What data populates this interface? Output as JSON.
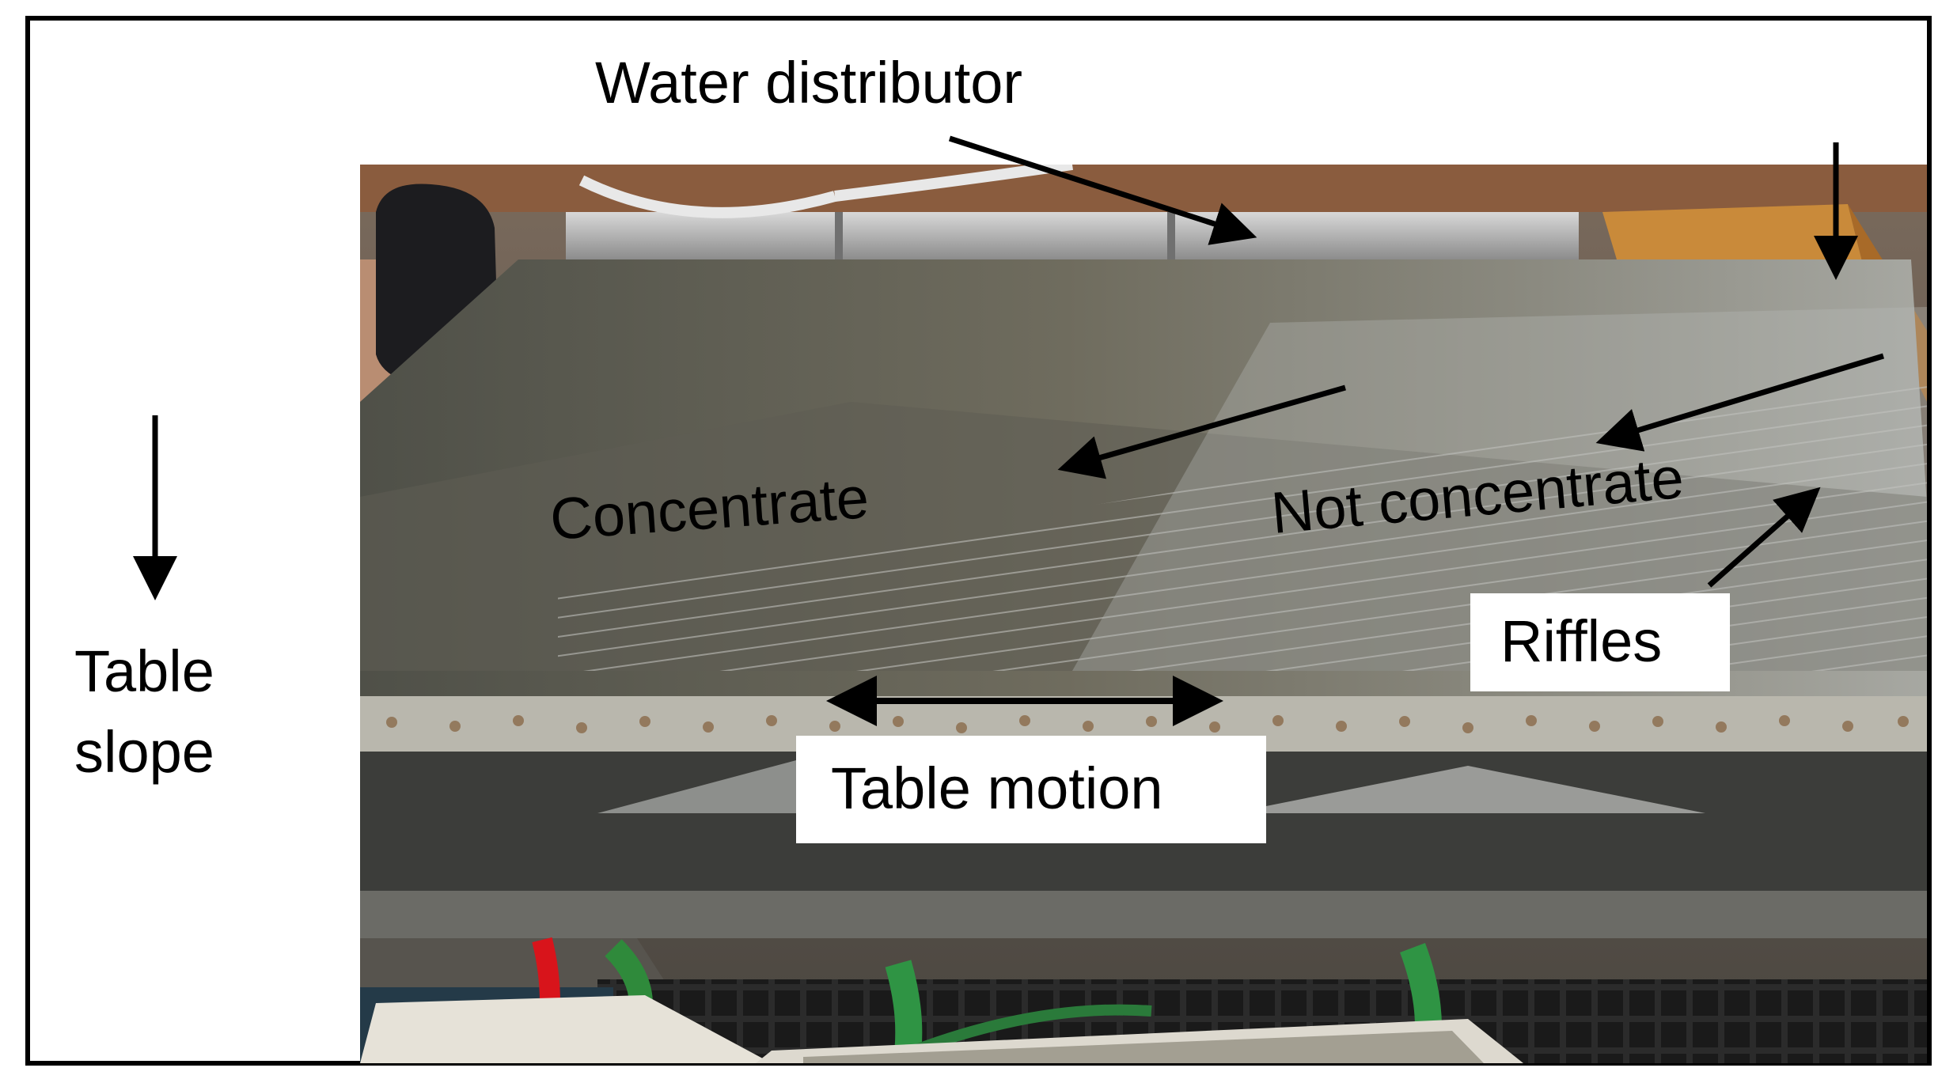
{
  "figure": {
    "labels": {
      "water_distributor": "Water distributor",
      "concentrate": "Concentrate",
      "not_concentrate": "Not concentrate",
      "riffles": "Riffles",
      "table_motion": "Table motion",
      "table_slope_line1": "Table",
      "table_slope_line2": "slope"
    }
  }
}
